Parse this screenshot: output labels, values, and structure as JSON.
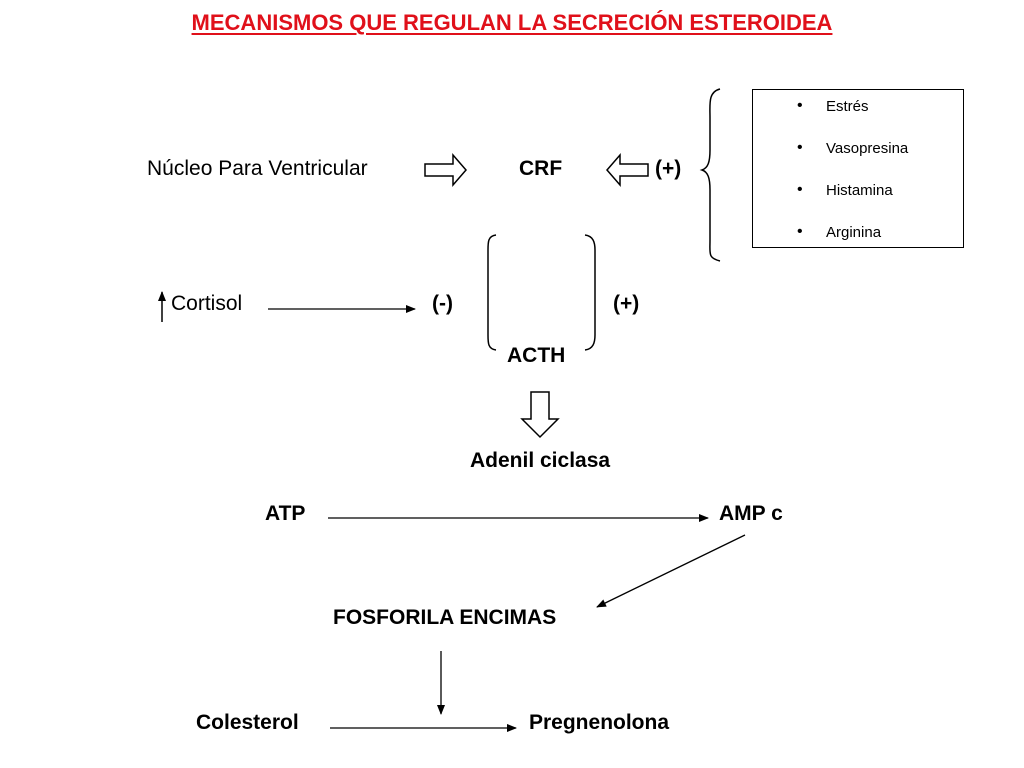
{
  "title": "MECANISMOS QUE REGULAN LA SECRECIÓN ESTEROIDEA",
  "nodes": {
    "nucleo": "Núcleo Para Ventricular",
    "crf": "CRF",
    "crf_sign": "(+)",
    "cortisol": "Cortisol",
    "minus_sign": "(-)",
    "plus_sign": "(+)",
    "acth": "ACTH",
    "adenil": "Adenil ciclasa",
    "atp": "ATP",
    "amp": "AMP c",
    "fosforila": "FOSFORILA ENCIMAS",
    "colesterol": "Colesterol",
    "pregnenolona": "Pregnenolona"
  },
  "stimuli": [
    "Estrés",
    "Vasopresina",
    "Histamina",
    "Arginina"
  ]
}
